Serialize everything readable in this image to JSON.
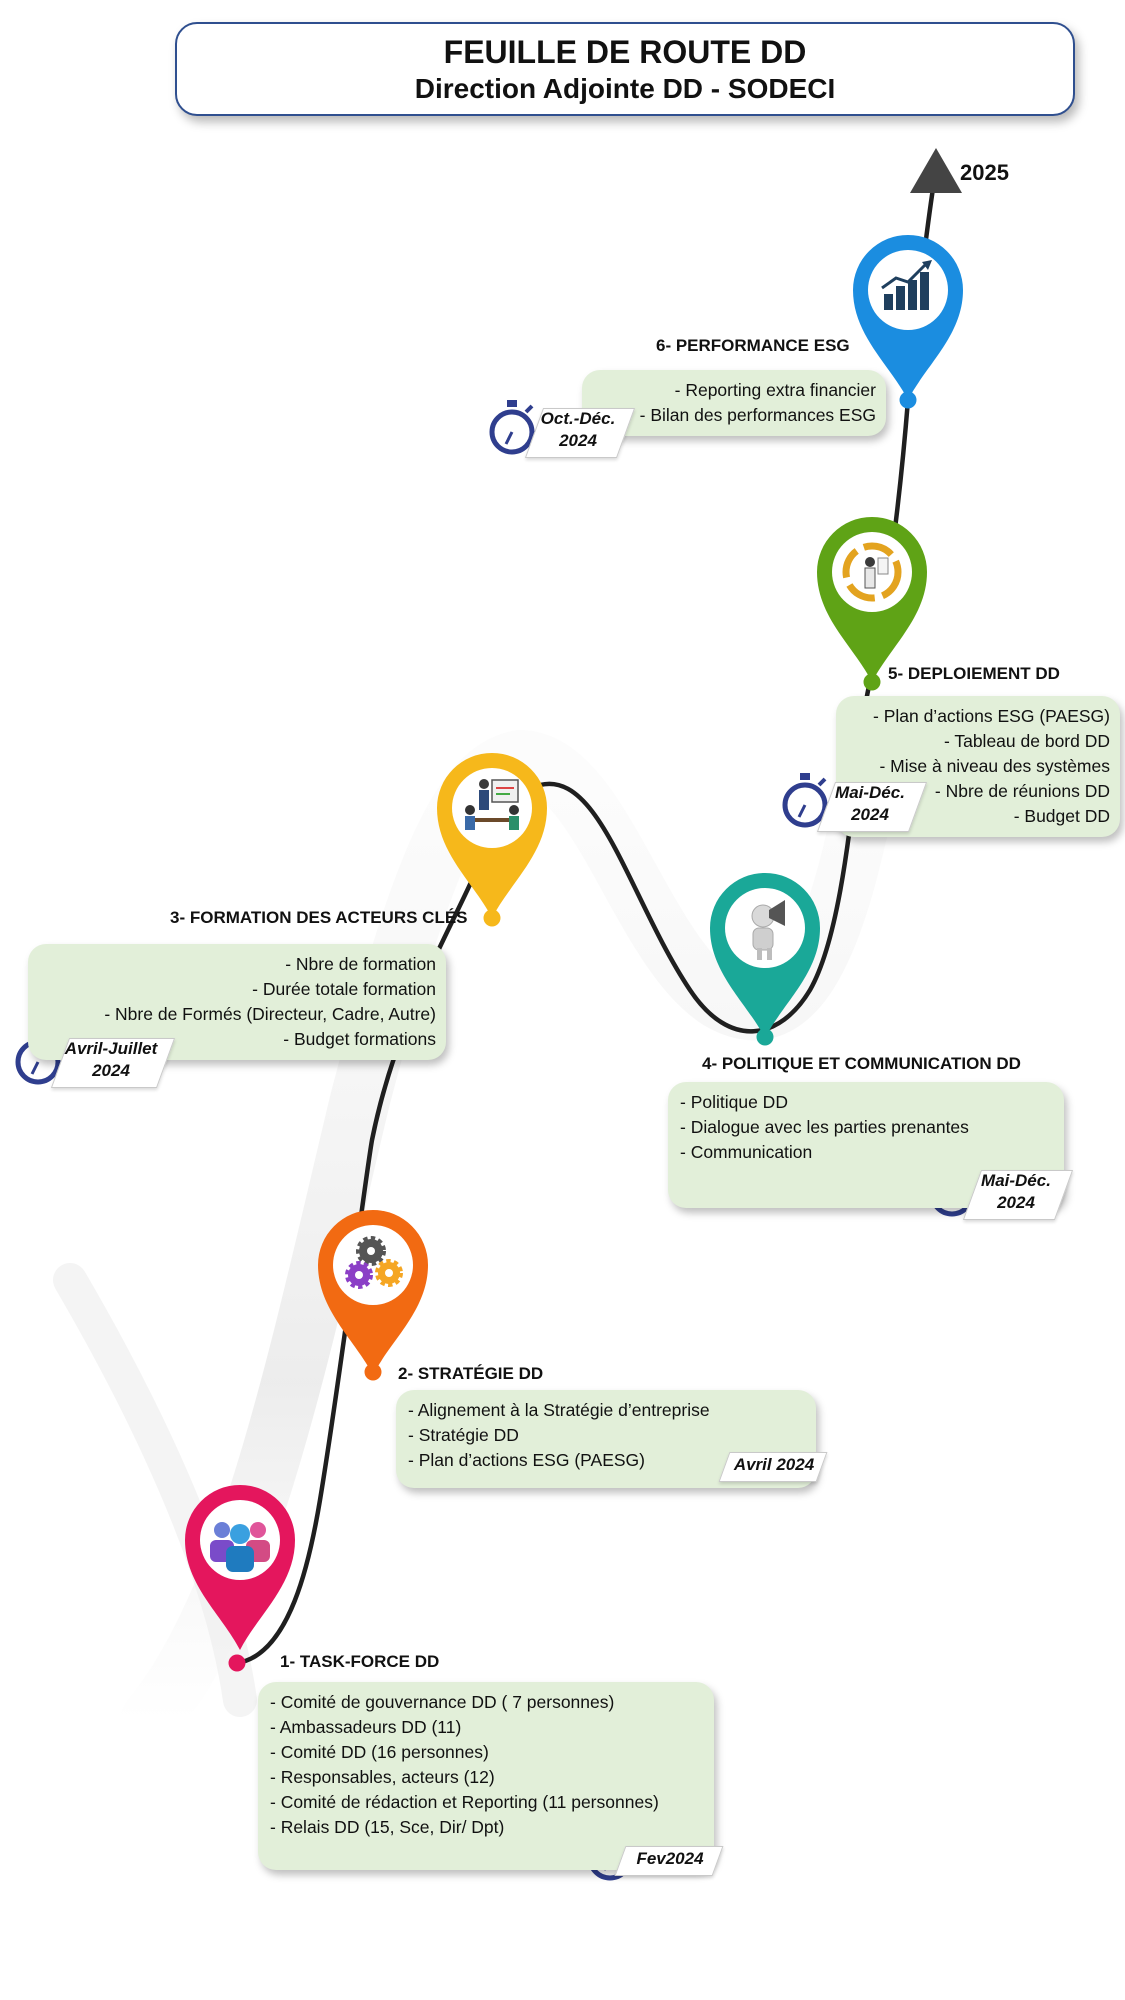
{
  "header": {
    "title": "FEUILLE DE ROUTE DD",
    "subtitle": "Direction Adjointe DD - SODECI"
  },
  "end_year": "2025",
  "colors": {
    "stage1": "#e4165d",
    "stage2": "#f26a12",
    "stage3": "#f6b81b",
    "stage4": "#1aa898",
    "stage5": "#5fa316",
    "stage6": "#1b8de0",
    "card": "#e2efd9",
    "stopwatch": "#2f3e8e"
  },
  "stages": [
    {
      "title": "1- TASK-FORCE DD",
      "icon": "team-icon",
      "items": [
        "- Comité de gouvernance DD ( 7 personnes)",
        "- Ambassadeurs DD (11)",
        "- Comité DD (16 personnes)",
        "- Responsables, acteurs (12)",
        "- Comité de rédaction et Reporting (11 personnes)",
        "- Relais DD (15, Sce, Dir/ Dpt)"
      ],
      "date": "Fev2024"
    },
    {
      "title": "2- STRATÉGIE DD",
      "icon": "gears-icon",
      "items": [
        "- Alignement à la Stratégie d’entreprise",
        "- Stratégie DD",
        "- Plan d’actions ESG (PAESG)"
      ],
      "date": "Avril 2024"
    },
    {
      "title": "3- FORMATION DES ACTEURS CLÉS",
      "icon": "training-icon",
      "items": [
        "- Nbre de formation",
        "- Durée totale formation",
        "- Nbre de Formés (Directeur, Cadre, Autre)",
        "- Budget formations"
      ],
      "date_line1": "Avril-Juillet",
      "date_line2": "2024"
    },
    {
      "title": "4- POLITIQUE ET COMMUNICATION DD",
      "icon": "megaphone-icon",
      "items": [
        "- Politique DD",
        "- Dialogue avec les parties prenantes",
        "- Communication"
      ],
      "date_line1": "Mai-Déc.",
      "date_line2": "2024"
    },
    {
      "title": "5- DEPLOIEMENT DD",
      "icon": "deployment-icon",
      "items": [
        "-     Plan d’actions ESG (PAESG)",
        "-     Tableau de bord DD",
        "- Mise à niveau des systèmes",
        "- Nbre de réunions DD",
        "- Budget DD"
      ],
      "date_line1": "Mai-Déc.",
      "date_line2": "2024"
    },
    {
      "title": "6- PERFORMANCE ESG",
      "icon": "growth-chart-icon",
      "items": [
        "- Reporting extra financier",
        "- Bilan des performances ESG"
      ],
      "date_line1": "Oct.-Déc.",
      "date_line2": "2024"
    }
  ]
}
